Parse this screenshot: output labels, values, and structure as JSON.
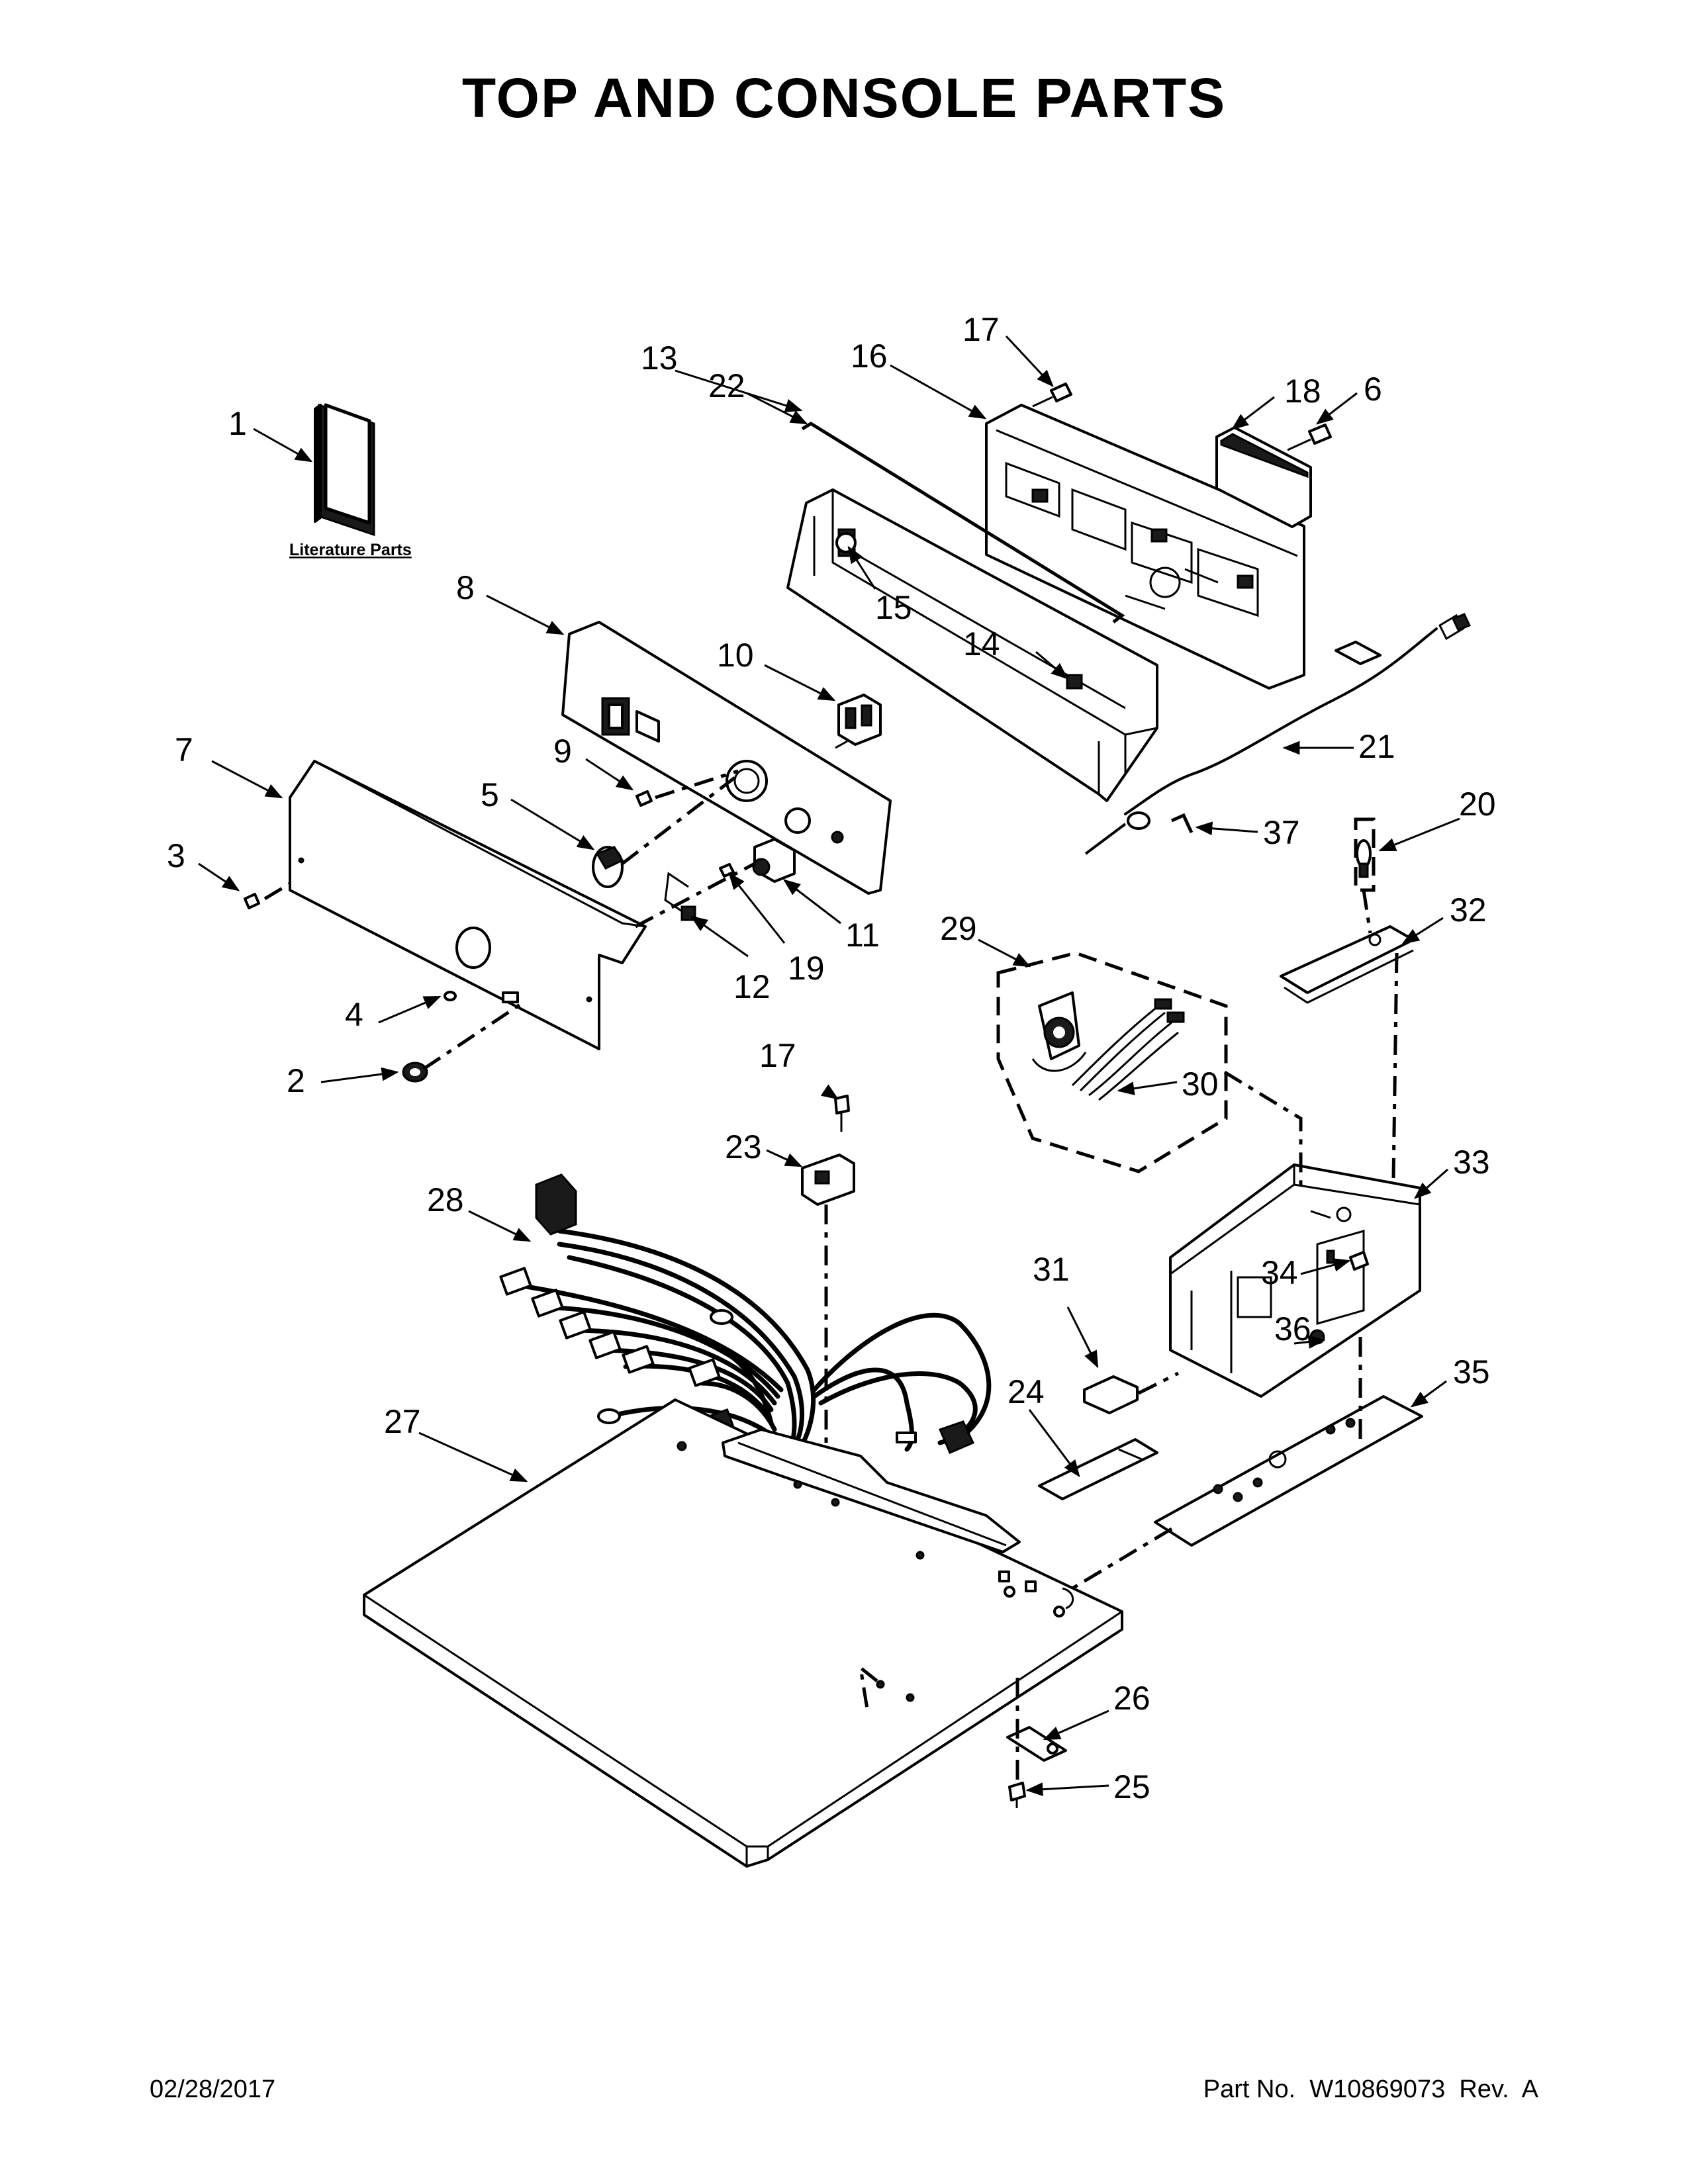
{
  "title": "TOP AND CONSOLE PARTS",
  "literature_label": "Literature Parts",
  "callouts": [
    "1",
    "2",
    "3",
    "4",
    "5",
    "6",
    "7",
    "8",
    "9",
    "10",
    "11",
    "12",
    "13",
    "14",
    "15",
    "16",
    "17",
    "17",
    "18",
    "19",
    "20",
    "21",
    "22",
    "23",
    "24",
    "25",
    "26",
    "27",
    "28",
    "29",
    "30",
    "31",
    "32",
    "33",
    "34",
    "35",
    "36",
    "37"
  ],
  "footer": {
    "date": "02/28/2017",
    "part_number": "Part No.  W10869073  Rev.  A"
  }
}
